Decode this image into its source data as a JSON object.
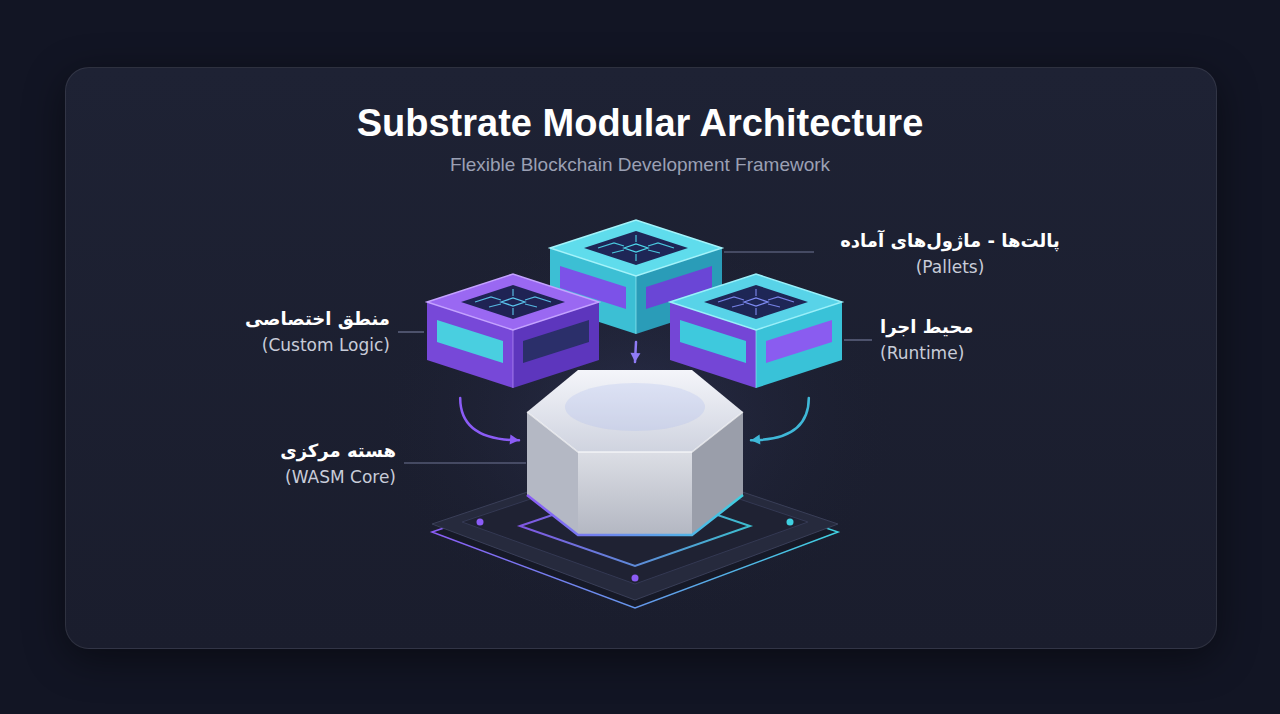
{
  "diagram": {
    "title": "Substrate Modular Architecture",
    "nodes": [
      {
        "text": [
          "پالت‌ها - ماژول‌های آماده",
          "(Pallets)"
        ]
      },
      {
        "text": [
          "منطق اختصاصی",
          "(Custom Logic)"
        ]
      },
      {
        "text": [
          "محیط اجرا",
          "(Runtime)"
        ]
      },
      {
        "text": [
          "هسته مرکزی",
          "(WASM Core)"
        ]
      }
    ],
    "edges": [
      {
        "from": 0,
        "to": 3,
        "arrow": "to"
      },
      {
        "from": 1,
        "to": 3,
        "arrow": "to"
      },
      {
        "from": 2,
        "to": 3,
        "arrow": "to"
      }
    ],
    "labels": [
      "Flexible Blockchain Development Framework"
    ]
  }
}
